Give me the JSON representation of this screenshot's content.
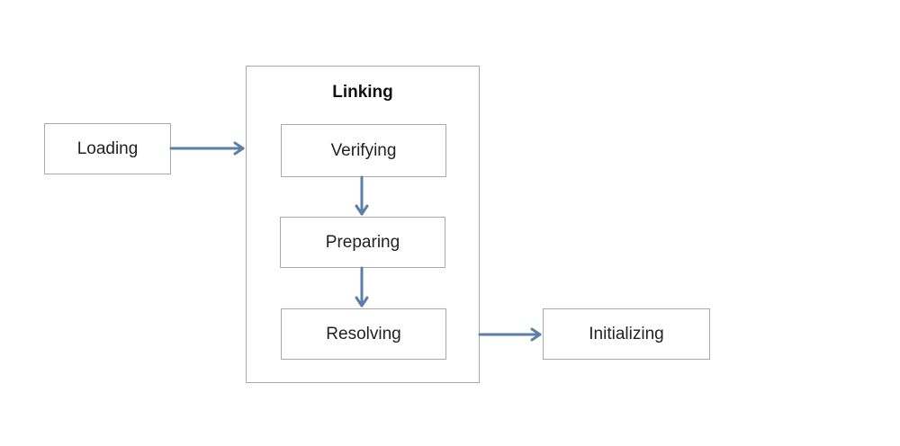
{
  "diagram": {
    "loading": "Loading",
    "linking_title": "Linking",
    "verifying": "Verifying",
    "preparing": "Preparing",
    "resolving": "Resolving",
    "initializing": "Initializing"
  },
  "colors": {
    "box_border": "#a9a9a9",
    "arrow": "#5b7fa8"
  }
}
